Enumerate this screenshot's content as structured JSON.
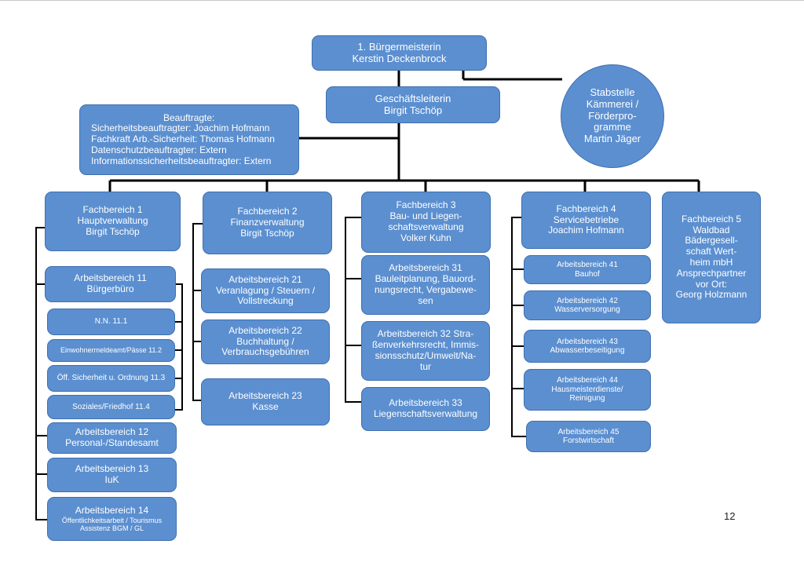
{
  "mayor": {
    "title": "1. Bürgermeisterin",
    "name": "Kerstin Deckenbrock"
  },
  "manager": {
    "title": "Geschäftsleiterin",
    "name": "Birgit Tschöp"
  },
  "staff_unit": {
    "lines": [
      "Stabstelle",
      "Kämmerei /",
      "Förderpro-",
      "gramme",
      "Martin Jäger"
    ]
  },
  "commissioners": {
    "heading": "Beauftragte:",
    "lines": [
      "Sicherheitsbeauftragter: Joachim Hofmann",
      "Fachkraft Arb.-Sicherheit: Thomas Hofmann",
      "Datenschutzbeauftragter: Extern",
      "Informationssicherheitsbeauftragter: Extern"
    ]
  },
  "departments": [
    {
      "lines": [
        "Fachbereich 1",
        "Hauptverwaltung",
        "Birgit Tschöp"
      ]
    },
    {
      "lines": [
        "Fachbereich 2",
        "Finanzverwaltung",
        "Birgit Tschöp"
      ]
    },
    {
      "lines": [
        "Fachbereich 3",
        "Bau- und Liegen-",
        "schaftsverwaltung",
        "Volker Kuhn"
      ]
    },
    {
      "lines": [
        "Fachbereich 4",
        "Servicebetriebe",
        "Joachim Hofmann"
      ]
    },
    {
      "lines": [
        "Fachbereich 5",
        "Waldbad",
        "Bädergesell-",
        "schaft Wert-",
        "heim mbH",
        "Ansprechpartner",
        "vor Ort:",
        "Georg Holzmann"
      ]
    }
  ],
  "fb1": {
    "ab11": {
      "lines": [
        "Arbeitsbereich 11",
        "Bürgerbüro"
      ]
    },
    "ab11_subs": [
      "N.N. 11.1",
      "Einwohnermeldeamt/Pässe 11.2",
      "Öff. Sicherheit u. Ordnung 11.3",
      "Soziales/Friedhof 11.4"
    ],
    "ab12": {
      "lines": [
        "Arbeitsbereich 12",
        "Personal-/Standesamt"
      ]
    },
    "ab13": {
      "lines": [
        "Arbeitsbereich 13",
        "IuK"
      ]
    },
    "ab14": {
      "lines": [
        "Arbeitsbereich 14",
        "Öffentlichkeitsarbeit / Tourismus",
        "Assistenz BGM / GL"
      ]
    }
  },
  "fb2": [
    {
      "lines": [
        "Arbeitsbereich 21",
        "Veranlagung / Steuern /",
        "Vollstreckung"
      ]
    },
    {
      "lines": [
        "Arbeitsbereich 22",
        "Buchhaltung /",
        "Verbrauchsgebühren"
      ]
    },
    {
      "lines": [
        "Arbeitsbereich 23",
        "Kasse"
      ]
    }
  ],
  "fb3": [
    {
      "lines": [
        "Arbeitsbereich 31",
        "Bauleitplanung, Bauord-",
        "nungsrecht, Vergabewe-",
        "sen"
      ]
    },
    {
      "lines": [
        "Arbeitsbereich 32 Stra-",
        "ßenverkehrsrecht, Immis-",
        "sionsschutz/Umwelt/Na-",
        "tur"
      ]
    },
    {
      "lines": [
        "Arbeitsbereich 33",
        "Liegenschaftsverwaltung"
      ]
    }
  ],
  "fb4": [
    {
      "lines": [
        "Arbeitsbereich 41",
        "Bauhof"
      ]
    },
    {
      "lines": [
        "Arbeitsbereich 42",
        "Wasserversorgung"
      ]
    },
    {
      "lines": [
        "Arbeitsbereich 43",
        "Abwasserbeseitigung"
      ]
    },
    {
      "lines": [
        "Arbeitsbereich 44",
        "Hausmeisterdienste/",
        "Reinigung"
      ]
    },
    {
      "lines": [
        "Arbeitsbereich 45",
        "Forstwirtschaft"
      ]
    }
  ],
  "page_number": "12",
  "colors": {
    "box_fill": "#5b8fd0",
    "box_border": "#3f6fb0",
    "line": "#000000"
  }
}
